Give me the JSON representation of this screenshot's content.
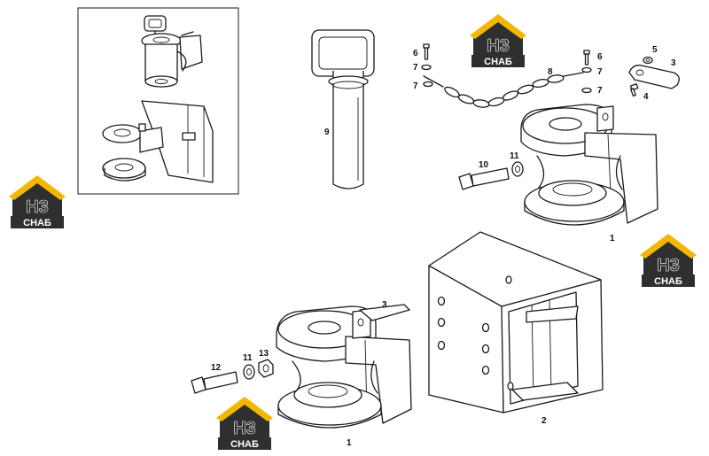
{
  "watermark": {
    "brand_letters": "Н3",
    "brand_word": "СНАБ",
    "colors": {
      "roof": "#f2b705",
      "dark": "#2f2f2f",
      "band_text": "#ffffff"
    }
  },
  "callouts": {
    "c1_top": "1",
    "c1_bottom": "1",
    "c2": "2",
    "c3_top": "3",
    "c3_bottom": "3",
    "c4": "4",
    "c5": "5",
    "c6_left": "6",
    "c6_right": "6",
    "c7_l1": "7",
    "c7_l2": "7",
    "c7_r1": "7",
    "c7_r2": "7",
    "c8": "8",
    "c9": "9",
    "c10": "10",
    "c11_top": "11",
    "c11_bottom": "11",
    "c12": "12",
    "c13": "13"
  }
}
